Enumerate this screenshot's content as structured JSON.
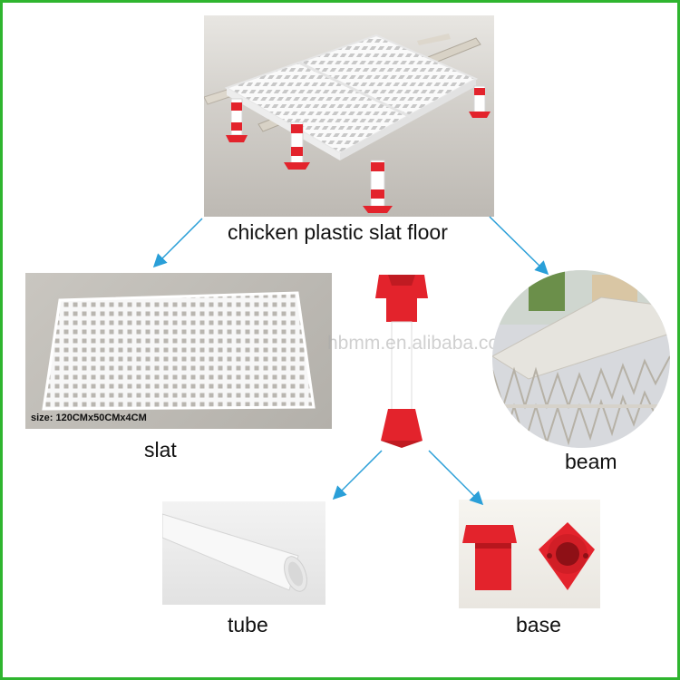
{
  "title": "chicken plastic slat floor",
  "watermark": "hbmm.en.alibaba.com",
  "slat": {
    "label": "slat",
    "size_text": "size: 120CMx50CMx4CM"
  },
  "beam": {
    "label": "beam"
  },
  "tube": {
    "label": "tube"
  },
  "base": {
    "label": "base"
  },
  "colors": {
    "frame": "#2fb52f",
    "arrow": "#2a9fd8",
    "support_red": "#e3232c",
    "slat_white": "#f6f6f6"
  },
  "icons": [
    "arrow-to-slat",
    "arrow-to-beam",
    "arrow-to-tube",
    "arrow-to-base"
  ]
}
